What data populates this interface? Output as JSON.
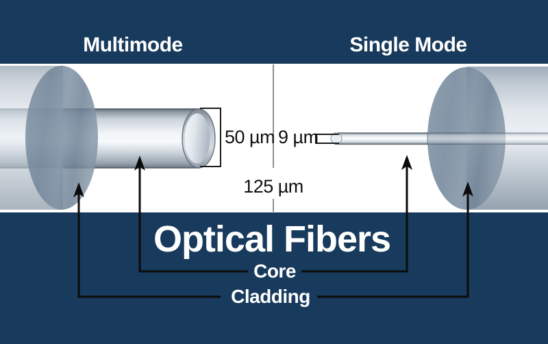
{
  "title": "Optical Fibers",
  "headers": {
    "multimode": "Multimode",
    "single_mode": "Single Mode"
  },
  "part_labels": {
    "core": "Core",
    "cladding": "Cladding"
  },
  "measurements": {
    "multimode_core_diameter": "50 µm",
    "single_mode_core_diameter": "9 µm",
    "cladding_outer_diameter": "125 µm"
  },
  "colors": {
    "background_navy": "#183A5C",
    "panel_white": "#FFFFFF",
    "cladding_face_blue_gray": "#6F8498",
    "fiber_silver_highlight": "#F7FAFC",
    "annotation_line_black": "#0B0B0B",
    "divider_gray": "#8A8F94",
    "heading_text_white": "#FFFFFF",
    "dimension_text_black": "#101010"
  }
}
